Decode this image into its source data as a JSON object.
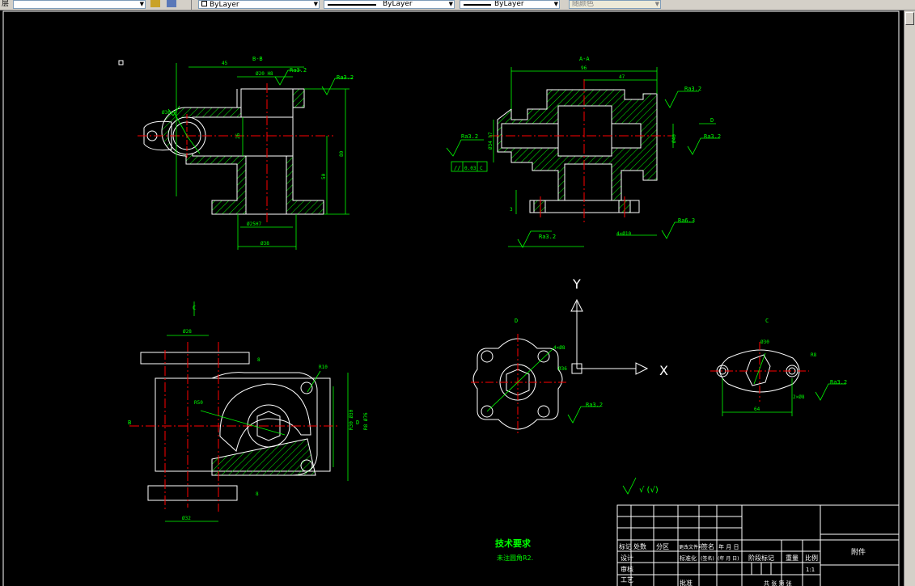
{
  "toolbar": {
    "layer_label": "层",
    "color_value": "ByLayer",
    "linetype_value": "ByLayer",
    "lineweight_value": "ByLayer",
    "plotstyle_value": "随颜色"
  },
  "drawing": {
    "section_bb": "B-B",
    "section_aa": "A-A",
    "view_b": "B",
    "view_c": "C",
    "view_d": "D",
    "roughness": "Ra3.2",
    "roughness_63": "Ra6.3",
    "dim_b_top": "45",
    "dim_b_inner": "Ø20 H8",
    "dim_b_height": "80",
    "dim_b_mid": "50",
    "dim_b_bore": "Ø25H7",
    "dim_b_base": "Ø38",
    "dim_b_phi": "Ø36",
    "dim_b_sub": "26",
    "dim_a_top": "96",
    "dim_a_mid": "47",
    "dim_a_left": "Ø34 h7",
    "dim_a_right": "Ø40",
    "dim_a_holes": "4×Ø10",
    "dim_a_base": "3",
    "dim_tol": "0.03",
    "dim_tol_ref": "C",
    "dim_tol_symbol": "//",
    "dim_d_holes": "4×Ø8",
    "dim_d_center": "Ø36",
    "dim_c_top": "Ø30",
    "dim_c_width": "64",
    "dim_c_r": "R8",
    "dim_c_holes": "2×Ø8",
    "dim_plan_phi": "Ø32",
    "dim_plan_r": "R10",
    "dim_plan_r50": "R50",
    "dim_plan_side": "R30 Ø30",
    "dim_plan_side2": "R8 Ø76",
    "dim_plan_top": "Ø28",
    "dim_plan_8": "8",
    "axis_y": "Y",
    "axis_x": "X",
    "roughness_note": "√ (√)",
    "tech_title": "技术要求",
    "tech_note": "未注圆角R2."
  },
  "title_block": {
    "h_mark": "标记",
    "h_count": "处数",
    "h_zone": "分区",
    "h_docno": "更改文件号",
    "h_sign": "签名",
    "h_date": "年 月 日",
    "h_design": "设计",
    "h_std": "标准化",
    "h_sign2": "(签名)",
    "h_date2": "(年 月 日)",
    "h_stage": "阶段标记",
    "h_weight": "重量",
    "h_scale": "比例",
    "scale_value": "1:1",
    "h_check": "审核",
    "h_process": "工艺",
    "h_approve": "批准",
    "part_name": "附件",
    "sheet": "共 张 第 张"
  },
  "colors": {
    "outline": "#ffffff",
    "dimension": "#00ff00",
    "centerline": "#ff0000",
    "hatch": "#00ff00",
    "background": "#000000",
    "text_title": "#00ff00"
  }
}
